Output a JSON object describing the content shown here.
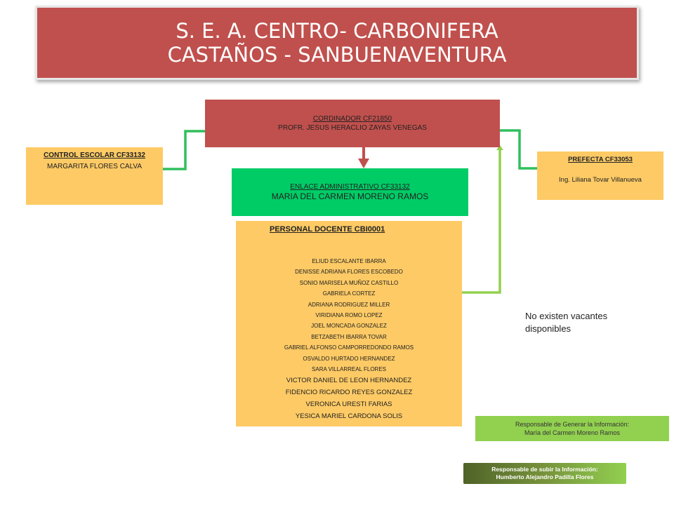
{
  "title": {
    "line1": "S. E. A.  CENTRO- CARBONIFERA",
    "line2": "CASTAÑOS - SANBUENAVENTURA"
  },
  "coordinador": {
    "heading": "CORDINADOR  CF21850",
    "name": "PROFR. JESUS HERACLIO ZAYAS VENEGAS"
  },
  "control_escolar": {
    "heading": "CONTROL ESCOLAR  CF33132",
    "name": "MARGARITA FLORES CALVA"
  },
  "prefecta": {
    "heading": "PREFECTA    CF33053",
    "name": "Ing. Liliana Tovar Villanueva"
  },
  "enlace": {
    "heading": "ENLACE ADMINISTRATIVO   CF33132",
    "name": "MARIA DEL CARMEN MORENO RAMOS"
  },
  "docente": {
    "heading": "PERSONAL DOCENTE  CBI0001",
    "members_small": [
      "ELIUD ESCALANTE IBARRA",
      "DENISSE ADRIANA FLORES ESCOBEDO",
      "SONIO MARISELA MUÑOZ CASTILLO",
      "GABRIELA CORTEZ",
      "ADRIANA RODRIGUEZ MILLER",
      "VIRIDIANA ROMO LOPEZ",
      "JOEL MONCADA GONZALEZ",
      "BETZABETH IBARRA TOVAR",
      "GABRIEL ALFONSO CAMPORREDONDO RAMOS",
      "OSVALDO HURTADO HERNANDEZ",
      "SARA VILLARREAL FLORES"
    ],
    "members_large": [
      "VICTOR DANIEL DE LEON HERNANDEZ",
      "FIDENCIO RICARDO REYES GONZALEZ",
      "VERONICA URESTI FARIAS",
      "YESICA MARIEL CARDONA SOLIS"
    ]
  },
  "vacantes": "No existen vacantes disponibles",
  "responsable_generar": {
    "line1": "Responsable de Generar la Información:",
    "line2": "María del Carmen Moreno Ramos"
  },
  "responsable_subir": {
    "line1": "Responsable de subir la Información:",
    "line2": "Humberto Alejandro Padilla Flores"
  },
  "colors": {
    "red": "#c0504d",
    "orange": "#fdca65",
    "green": "#00cc66",
    "light_green": "#92d050",
    "dark_green": "#4f6228"
  }
}
